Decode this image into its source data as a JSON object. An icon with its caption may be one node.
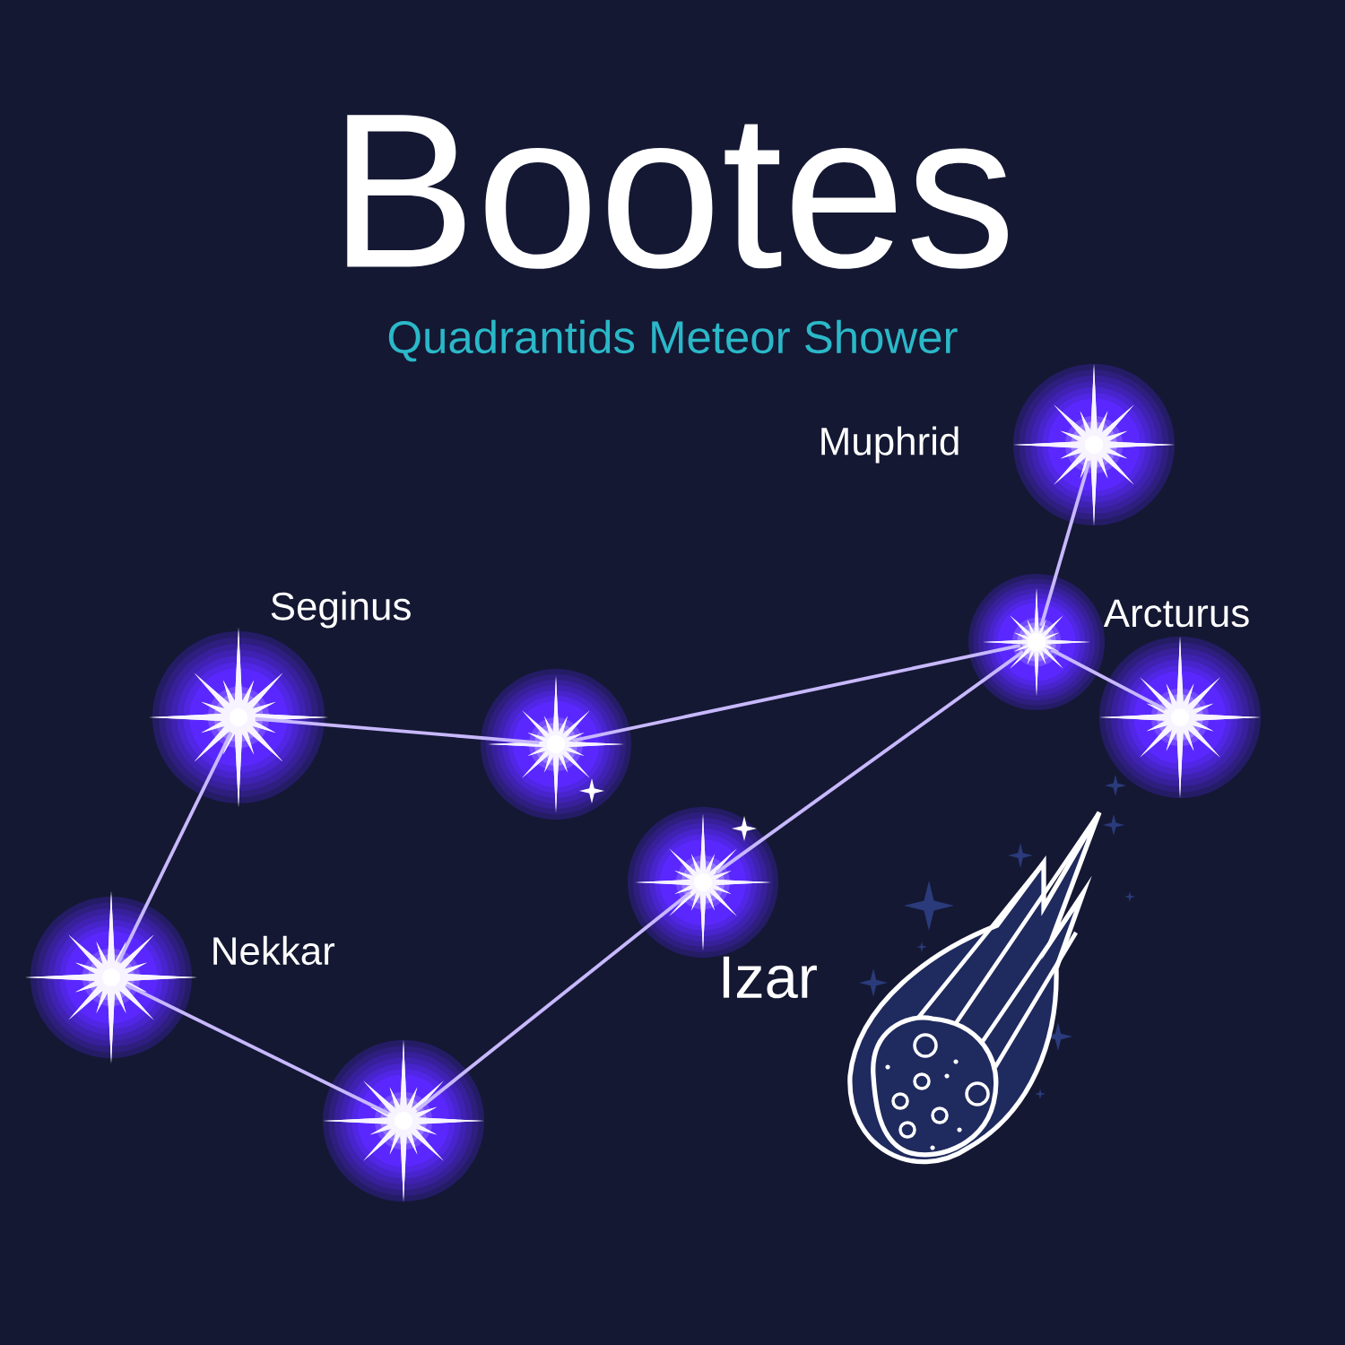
{
  "diagram": {
    "title": "Bootes",
    "nodes": [
      {
        "text": [],
        "shape": "star",
        "beside": [
          "Seginus"
        ]
      },
      {
        "text": [],
        "shape": "star"
      },
      {
        "text": [],
        "shape": "star"
      },
      {
        "text": [],
        "shape": "star",
        "beside": [
          "Muphrid"
        ]
      },
      {
        "text": [],
        "shape": "star",
        "beside": [
          "Arcturus"
        ]
      },
      {
        "text": [],
        "shape": "star",
        "beside": [
          "Nekkar"
        ]
      },
      {
        "text": [],
        "shape": "star"
      },
      {
        "text": [],
        "shape": "star",
        "beside": [
          "Izar"
        ]
      }
    ],
    "edges": [
      {
        "from": 0,
        "to": 1,
        "arrow": "none"
      },
      {
        "from": 1,
        "to": 2,
        "arrow": "none"
      },
      {
        "from": 2,
        "to": 3,
        "arrow": "none"
      },
      {
        "from": 2,
        "to": 4,
        "arrow": "none"
      },
      {
        "from": 2,
        "to": 7,
        "arrow": "none"
      },
      {
        "from": 7,
        "to": 6,
        "arrow": "none"
      },
      {
        "from": 6,
        "to": 5,
        "arrow": "none"
      },
      {
        "from": 5,
        "to": 0,
        "arrow": "none"
      }
    ],
    "labels": [
      "Quadrantids Meteor Shower"
    ]
  }
}
